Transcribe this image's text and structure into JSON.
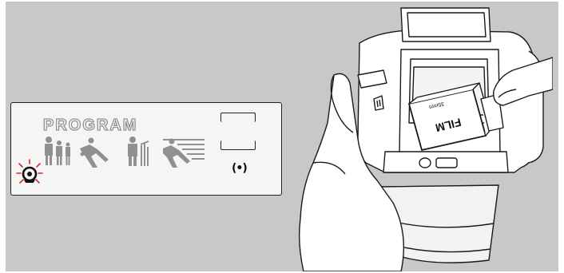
{
  "lcd": {
    "program_label": "PROGRAM",
    "signal_icon": "(•)",
    "warning_icon": "self-timer-warning-icon",
    "mode_icons": [
      "portrait-mode-icon",
      "action-mode-icon",
      "landscape-mode-icon",
      "sports-mode-icon"
    ]
  },
  "camera": {
    "film_label": "FILM",
    "film_brand_text": "35mm"
  },
  "colors": {
    "background": "#c7c8ca",
    "lcd_bg": "#f5f5f5",
    "program_text": "#8f9092",
    "warning_red": "#d42a2a",
    "ink": "#1a1a1a"
  }
}
